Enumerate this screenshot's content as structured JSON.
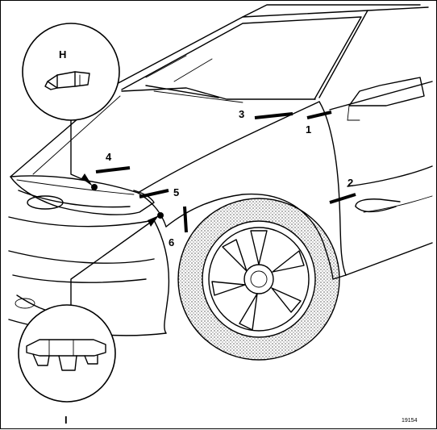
{
  "callouts": {
    "c1": "1",
    "c2": "2",
    "c3": "3",
    "c4": "4",
    "c5": "5",
    "c6": "6"
  },
  "insets": {
    "top": "H",
    "bottom": "I"
  },
  "reference": "19154",
  "colors": {
    "ink": "#000000",
    "paper": "#ffffff"
  }
}
